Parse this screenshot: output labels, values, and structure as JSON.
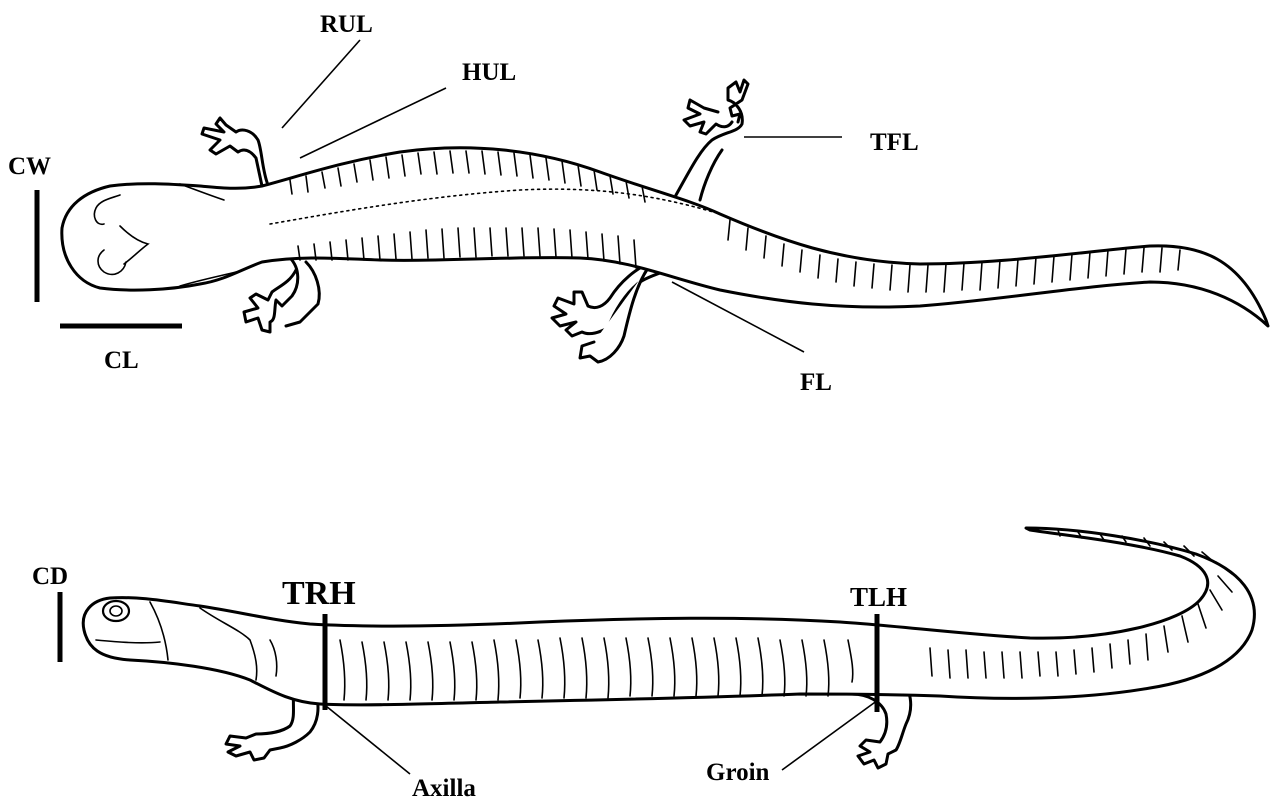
{
  "labels": {
    "rul": "RUL",
    "hul": "HUL",
    "tfl": "TFL",
    "cw": "CW",
    "cl": "CL",
    "fl": "FL",
    "cd": "CD",
    "trh": "TRH",
    "tlh": "TLH",
    "axilla": "Axilla",
    "groin": "Groin"
  },
  "colors": {
    "ink": "#000000",
    "paper": "#ffffff"
  }
}
